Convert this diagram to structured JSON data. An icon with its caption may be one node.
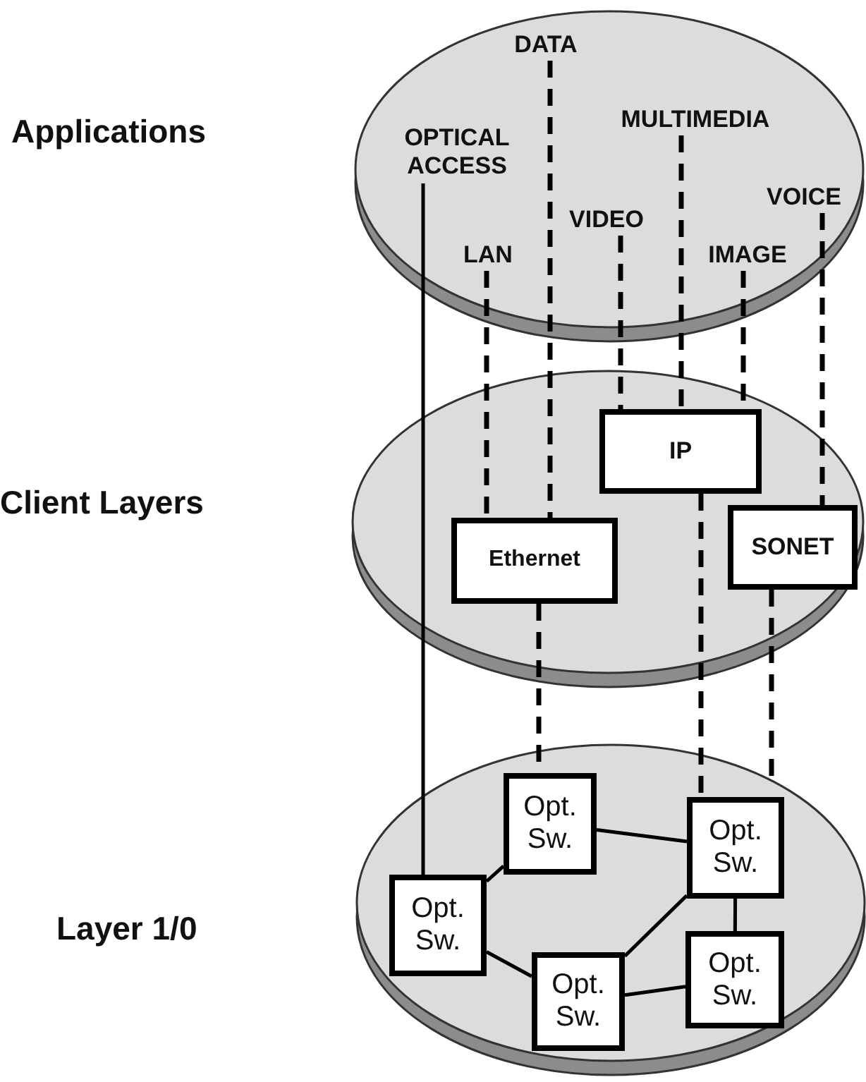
{
  "diagram": {
    "nodes": [
      {
        "text": [
          "Applications"
        ]
      },
      {
        "text": [
          "DATA"
        ],
        "in": 0
      },
      {
        "text": [
          "MULTIMEDIA"
        ],
        "in": 0
      },
      {
        "text": [
          "OPTICAL ACCESS"
        ],
        "in": 0
      },
      {
        "text": [
          "VOICE"
        ],
        "in": 0
      },
      {
        "text": [
          "VIDEO"
        ],
        "in": 0
      },
      {
        "text": [
          "LAN"
        ],
        "in": 0
      },
      {
        "text": [
          "IMAGE"
        ],
        "in": 0
      },
      {
        "text": [
          "Client Layers"
        ]
      },
      {
        "text": [
          "IP"
        ],
        "in": 8
      },
      {
        "text": [
          "Ethernet"
        ],
        "in": 8
      },
      {
        "text": [
          "SONET"
        ],
        "in": 8
      },
      {
        "text": [
          "Layer 1/0"
        ]
      },
      {
        "text": [
          "Opt. Sw."
        ],
        "in": 12
      },
      {
        "text": [
          "Opt. Sw."
        ],
        "in": 12
      },
      {
        "text": [
          "Opt. Sw."
        ],
        "in": 12
      },
      {
        "text": [
          "Opt. Sw."
        ],
        "in": 12
      },
      {
        "text": [
          "Opt. Sw."
        ],
        "in": 12
      }
    ],
    "edges": [
      {
        "from": 3,
        "to": 15,
        "arrow": "none"
      },
      {
        "from": 6,
        "to": 10,
        "arrow": "none",
        "style": "dashed"
      },
      {
        "from": 1,
        "to": 10,
        "arrow": "none",
        "style": "dashed"
      },
      {
        "from": 5,
        "to": 9,
        "arrow": "none",
        "style": "dashed"
      },
      {
        "from": 2,
        "to": 9,
        "arrow": "none",
        "style": "dashed"
      },
      {
        "from": 7,
        "to": 9,
        "arrow": "none",
        "style": "dashed"
      },
      {
        "from": 4,
        "to": 11,
        "arrow": "none",
        "style": "dashed"
      },
      {
        "from": 10,
        "to": 13,
        "arrow": "none",
        "style": "dashed"
      },
      {
        "from": 9,
        "to": 14,
        "arrow": "none",
        "style": "dashed"
      },
      {
        "from": 11,
        "to": 12,
        "arrow": "none",
        "style": "dashed"
      },
      {
        "from": 13,
        "to": 14,
        "arrow": "none"
      },
      {
        "from": 13,
        "to": 15,
        "arrow": "none"
      },
      {
        "from": 15,
        "to": 17,
        "arrow": "none"
      },
      {
        "from": 17,
        "to": 14,
        "arrow": "none"
      },
      {
        "from": 17,
        "to": 16,
        "arrow": "none"
      },
      {
        "from": 14,
        "to": 16,
        "arrow": "none"
      }
    ]
  }
}
